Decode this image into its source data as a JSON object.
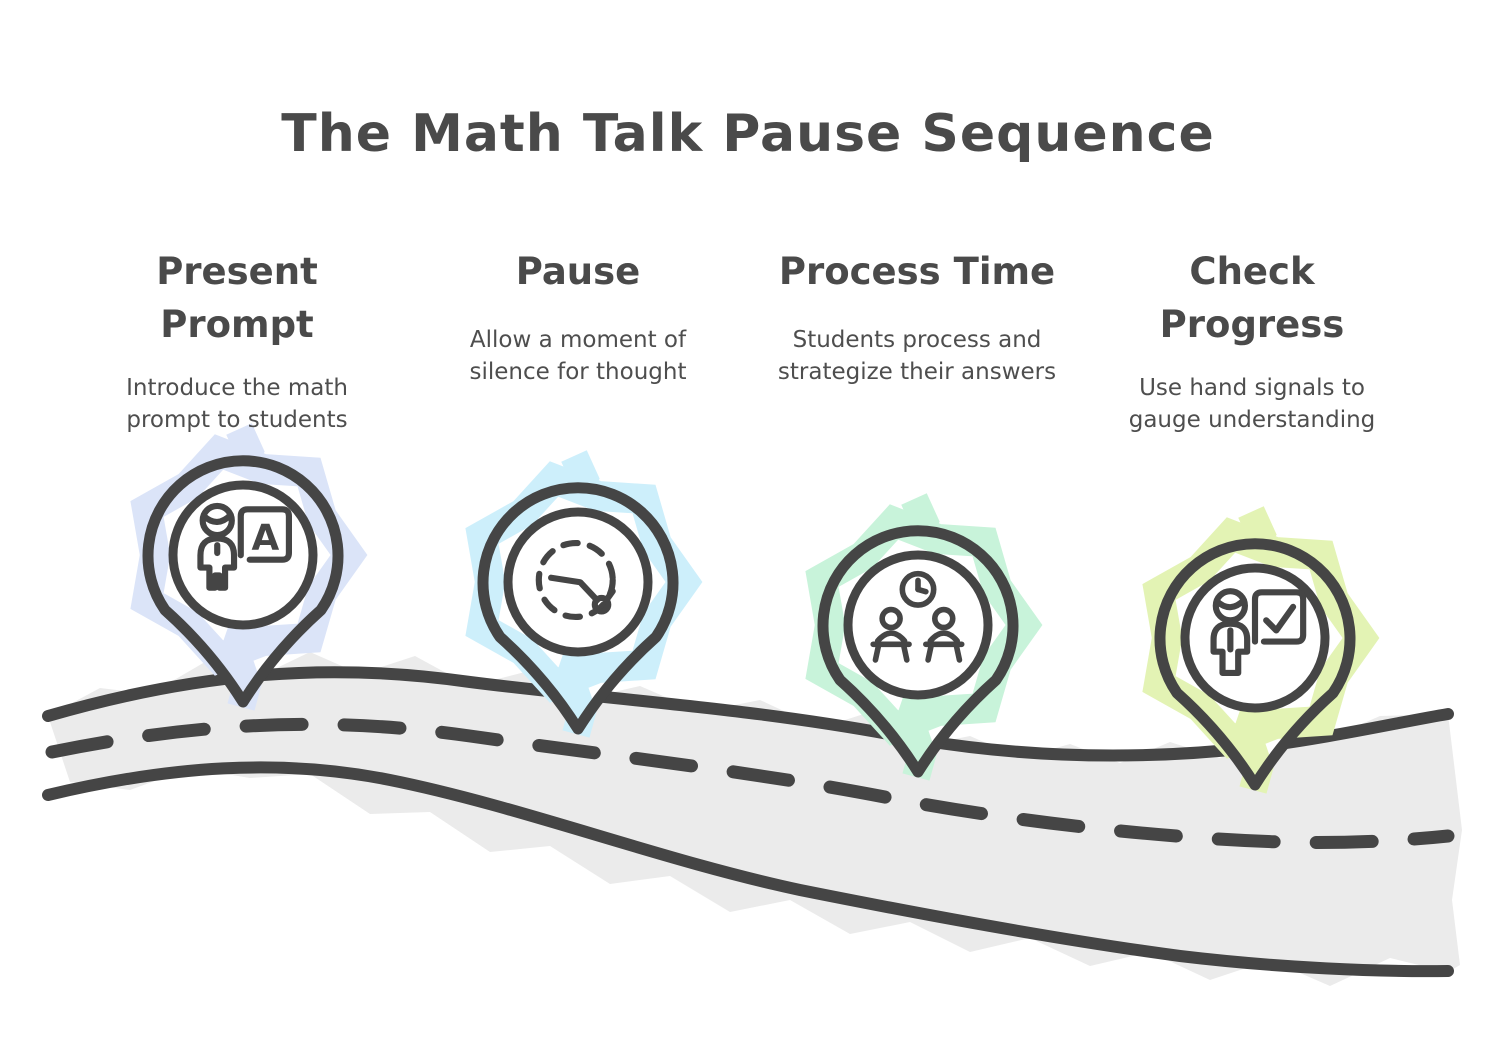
{
  "title": "The Math Talk Pause Sequence",
  "steps": [
    {
      "label": "Present\nPrompt",
      "description": "Introduce the math\nprompt to students",
      "highlight_color": "#dbe4f8",
      "icon": "teacher-presentation-icon",
      "board_letter": "A"
    },
    {
      "label": "Pause",
      "description": "Allow a moment of\nsilence for thought",
      "highlight_color": "#cdeffb",
      "icon": "pause-timer-icon"
    },
    {
      "label": "Process Time",
      "description": "Students process and\nstrategize their answers",
      "highlight_color": "#c8f3da",
      "icon": "students-processing-icon"
    },
    {
      "label": "Check\nProgress",
      "description": "Use hand signals to\ngauge understanding",
      "highlight_color": "#e3f3b4",
      "icon": "hand-signal-check-icon"
    }
  ],
  "colors": {
    "stroke": "#454545",
    "road_fill": "#ebebeb",
    "text": "#4a4a4a"
  }
}
